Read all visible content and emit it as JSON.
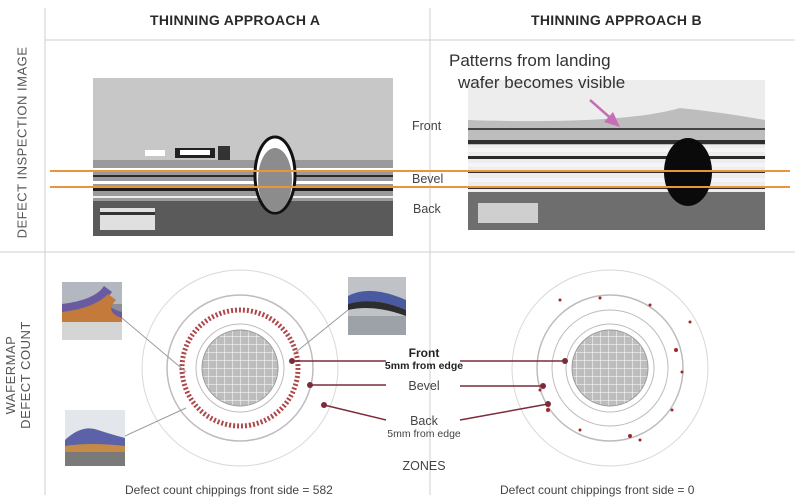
{
  "headers": {
    "approach_a": "THINNING APPROACH A",
    "approach_b": "THINNING APPROACH B"
  },
  "row_labels": {
    "inspection": "DEFECT INSPECTION IMAGE",
    "wafermap_line1": "WAFERMAP",
    "wafermap_line2": "DEFECT COUNT"
  },
  "callout": {
    "line1": "Patterns from landing",
    "line2": "wafer becomes visible"
  },
  "inspection_labels": {
    "front": "Front",
    "bevel": "Bevel",
    "back": "Back"
  },
  "zones": {
    "front": "Front",
    "front_sub": "5mm from edge",
    "bevel": "Bevel",
    "back": "Back",
    "back_sub": "5mm from edge",
    "title": "ZONES"
  },
  "captions": {
    "a": "Defect count chippings front side = 582",
    "b": "Defect count chippings front side = 0"
  },
  "colors": {
    "orange_line": "#e8963c",
    "arrow": "#c76fb6",
    "defect": "#a0282a",
    "divider": "#bfbfbf",
    "zone_line": "#7a2c3a"
  }
}
